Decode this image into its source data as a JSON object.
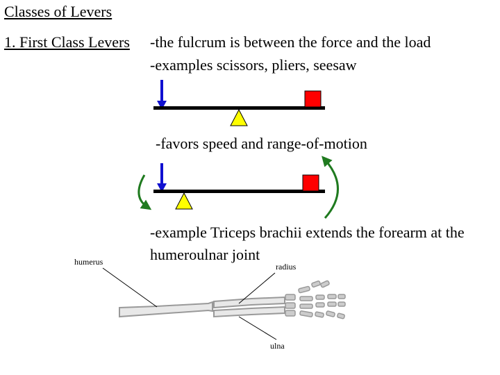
{
  "title": "Classes of Levers",
  "first_class": {
    "label": "1.  First Class Levers",
    "description": "-the fulcrum is between the force and the load",
    "examples": "-examples scissors, pliers, seesaw",
    "favors": "-favors speed and range-of-motion",
    "triceps_line1": "-example Triceps brachii extends the forearm at the",
    "triceps_line2": "humeroulnar joint"
  },
  "bone_labels": {
    "humerus": "humerus",
    "radius": "radius",
    "ulna": "ulna"
  },
  "colors": {
    "force_arrow": "#1010d0",
    "load_box": "#ff0000",
    "fulcrum": "#ffff00",
    "motion_arrow": "#1f7a1f",
    "lever_bar": "#000000"
  }
}
